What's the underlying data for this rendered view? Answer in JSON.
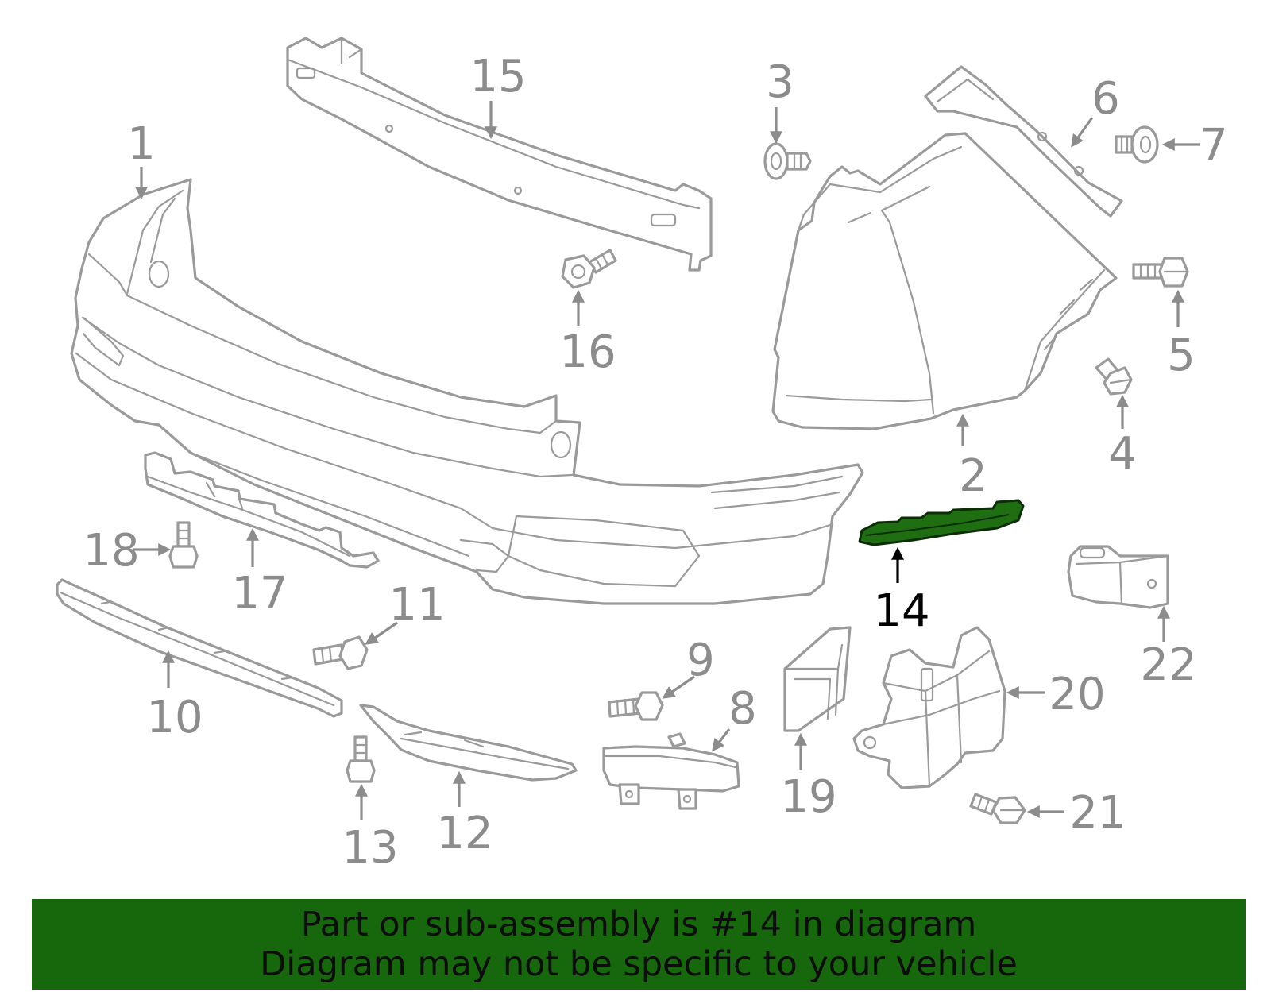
{
  "callouts": {
    "c1": "1",
    "c2": "2",
    "c3": "3",
    "c4": "4",
    "c5": "5",
    "c6": "6",
    "c7": "7",
    "c8": "8",
    "c9": "9",
    "c10": "10",
    "c11": "11",
    "c12": "12",
    "c13": "13",
    "c14": "14",
    "c15": "15",
    "c16": "16",
    "c17": "17",
    "c18": "18",
    "c19": "19",
    "c20": "20",
    "c21": "21",
    "c22": "22"
  },
  "highlighted_part": "14",
  "colors": {
    "highlight": "#1f6e12",
    "banner": "#17670d",
    "line_art": "#9a9a9a"
  },
  "banner": {
    "line1": "Part or sub-assembly is #14 in diagram",
    "line2": "Diagram may not be specific to your vehicle"
  }
}
